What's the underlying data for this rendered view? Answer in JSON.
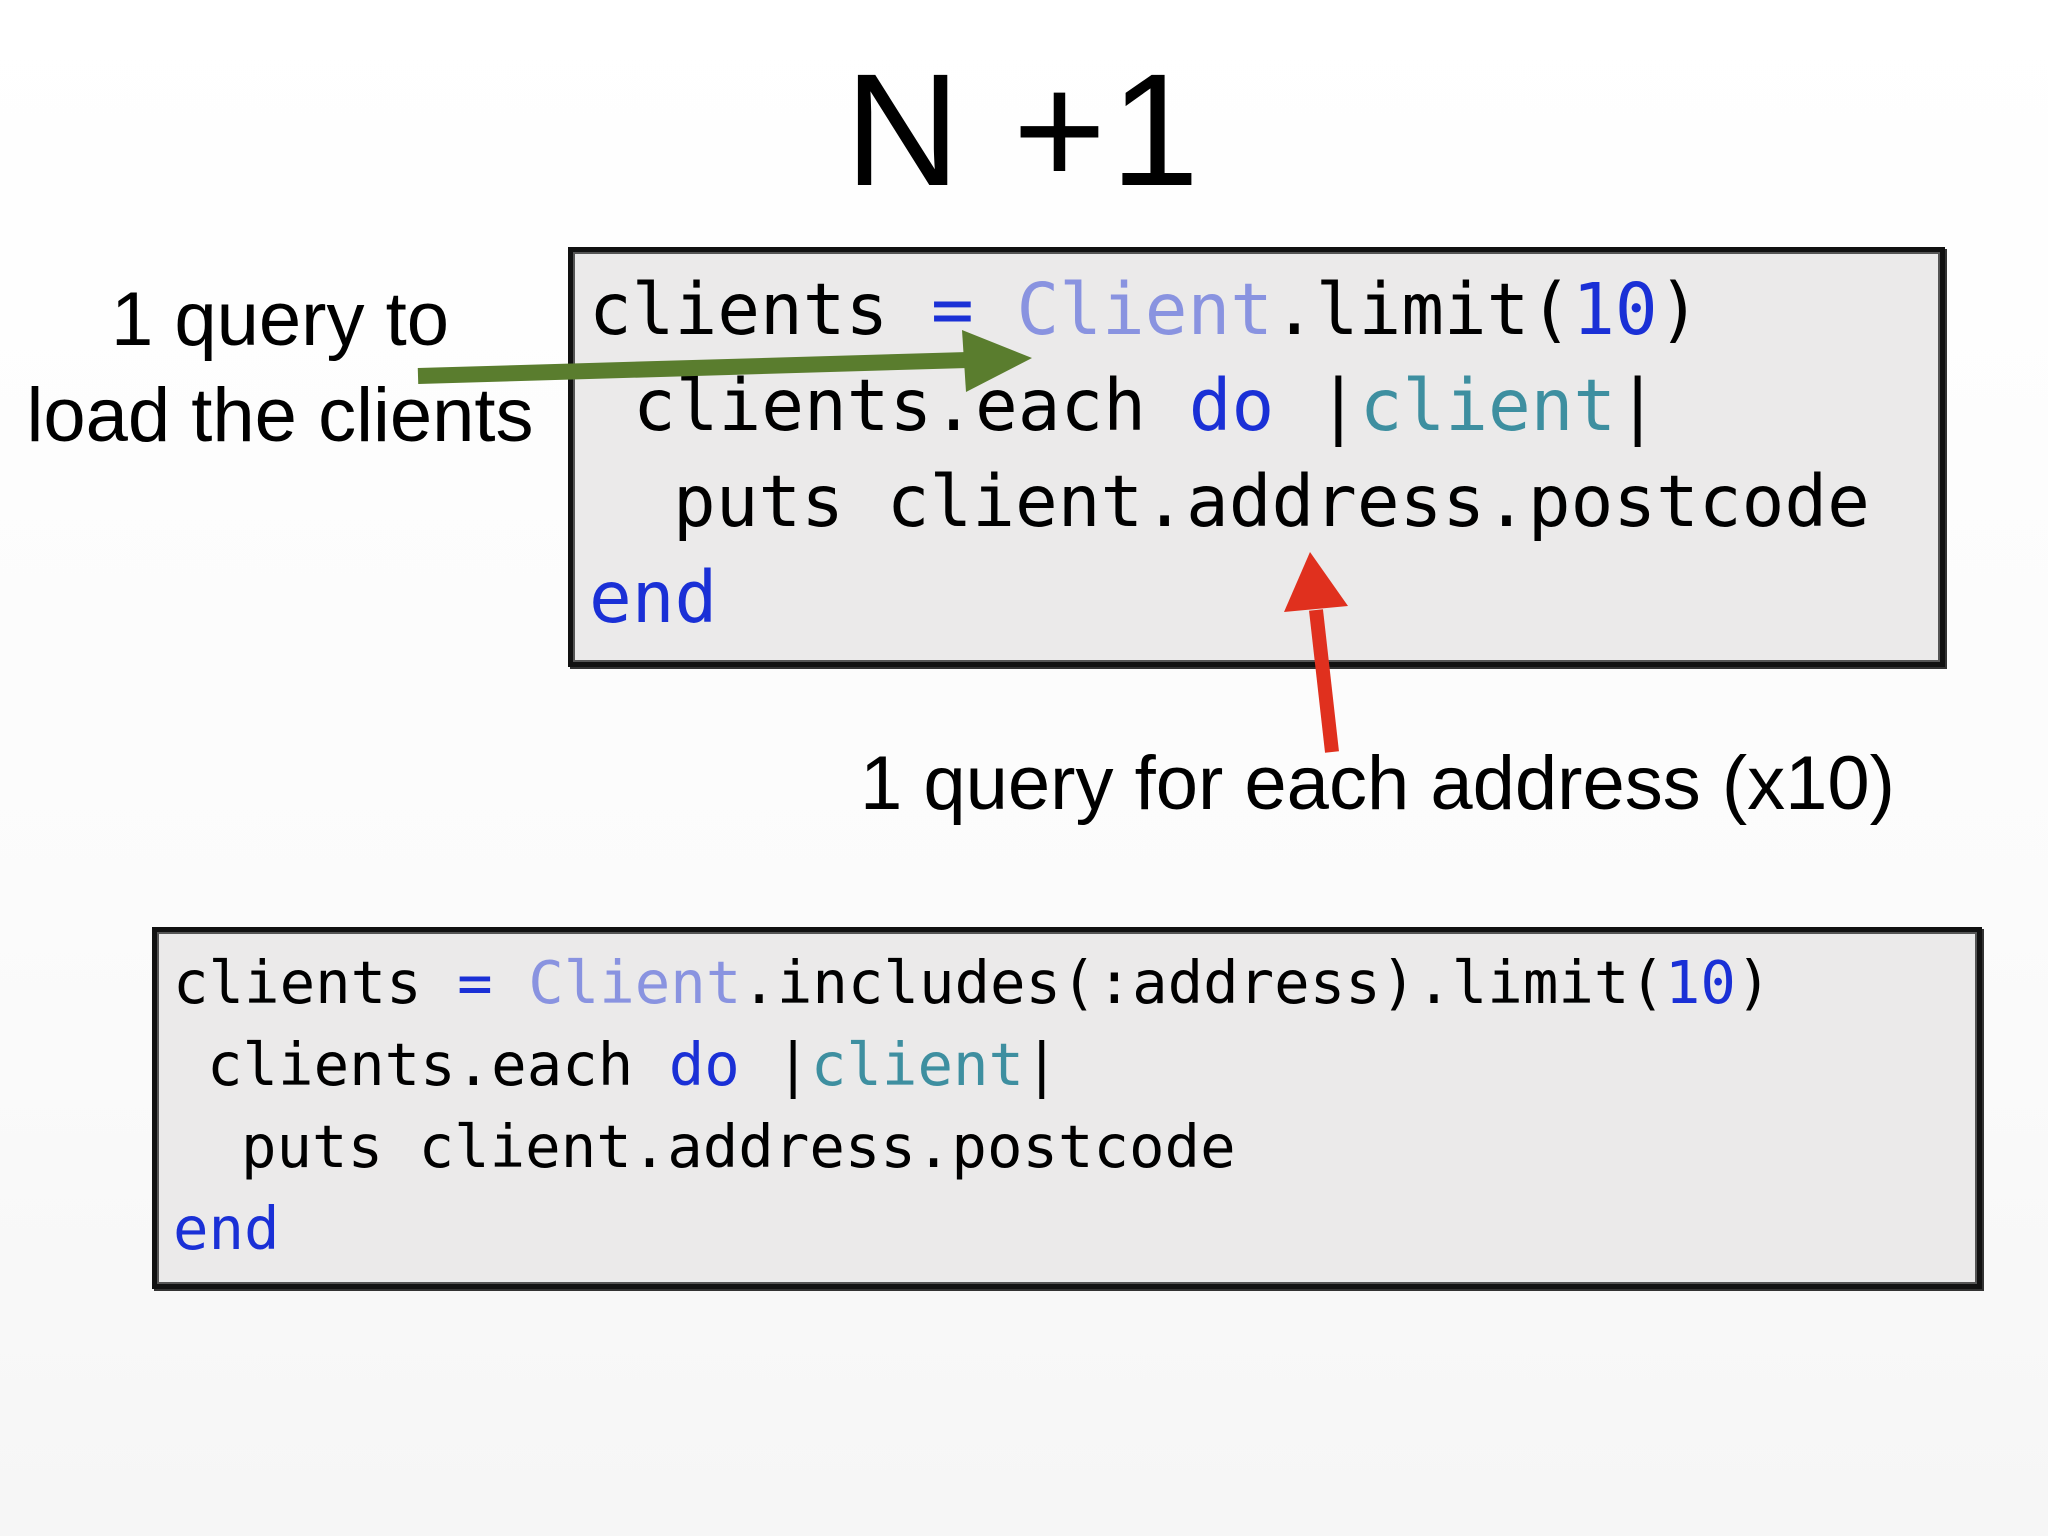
{
  "slide": {
    "title": "N +1",
    "annotation_left": [
      "1 query to",
      "load the clients"
    ],
    "annotation_right": "1 query for each address (x10)"
  },
  "code_top": {
    "line1": {
      "a": "clients ",
      "b": "= ",
      "c": "Client",
      "d": ".limit(",
      "e": "10",
      "f": ")"
    },
    "line2": {
      "a": "clients.each ",
      "b": "do",
      "c": " |",
      "d": "client",
      "e": "|"
    },
    "line3": "puts client.address.postcode",
    "line4": "end"
  },
  "code_bottom": {
    "line1": {
      "a": "clients ",
      "b": "= ",
      "c": "Client",
      "d": ".includes(:address).limit(",
      "e": "10",
      "f": ")"
    },
    "line2": {
      "a": "clients.each ",
      "b": "do",
      "c": " |",
      "d": "client",
      "e": "|"
    },
    "line3": "puts client.address.postcode",
    "line4": "end"
  },
  "colors": {
    "keyword": "#1a30d6",
    "class_name": "#8993e0",
    "block_var": "#3e8fa0",
    "arrow_green": "#5a7d2e",
    "arrow_red": "#e0301e",
    "code_bg": "#ebeaea"
  }
}
